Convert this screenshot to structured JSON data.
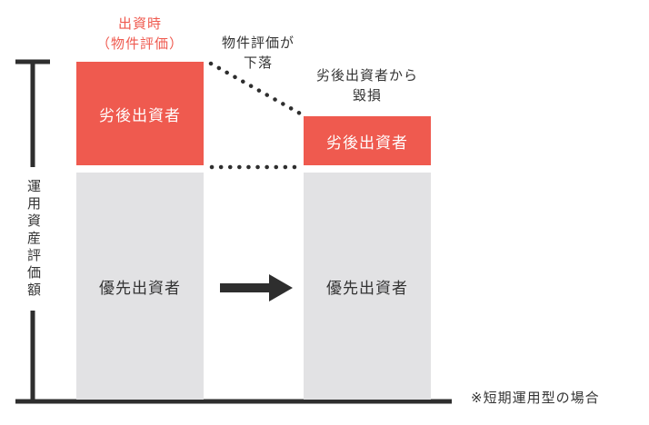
{
  "before": {
    "header_line1": "出資時",
    "header_line2": "（物件評価）",
    "subordinate_label": "劣後出資者",
    "senior_label": "優先出資者"
  },
  "after": {
    "header_line1": "劣後出資者から",
    "header_line2": "毀損",
    "subordinate_label": "劣後出資者",
    "senior_label": "優先出資者"
  },
  "decline_line1": "物件評価が",
  "decline_line2": "下落",
  "axis_label": "運用資産評価額",
  "footnote": "※短期運用型の場合",
  "colors": {
    "subordinate": "#ef5a4f",
    "senior": "#e2e2e4",
    "axis": "#2e2e2e"
  }
}
